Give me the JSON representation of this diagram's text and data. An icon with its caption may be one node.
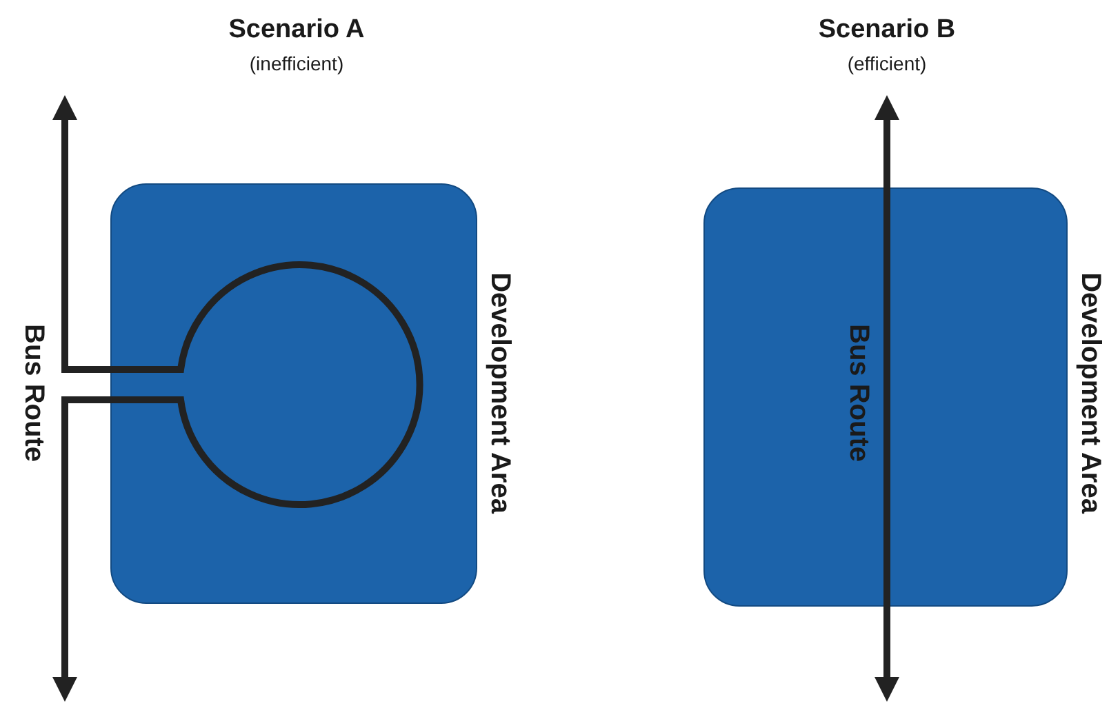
{
  "diagram": {
    "nodes": [
      {
        "text": [],
        "shape": "box",
        "beside": [
          "Development Area"
        ]
      },
      {
        "text": [],
        "shape": "box",
        "beside": [
          "Development Area"
        ]
      }
    ],
    "labels": [
      "Scenario A",
      "(inefficient)",
      "Bus Route",
      "Scenario B",
      "(efficient)",
      "Bus Route"
    ]
  }
}
